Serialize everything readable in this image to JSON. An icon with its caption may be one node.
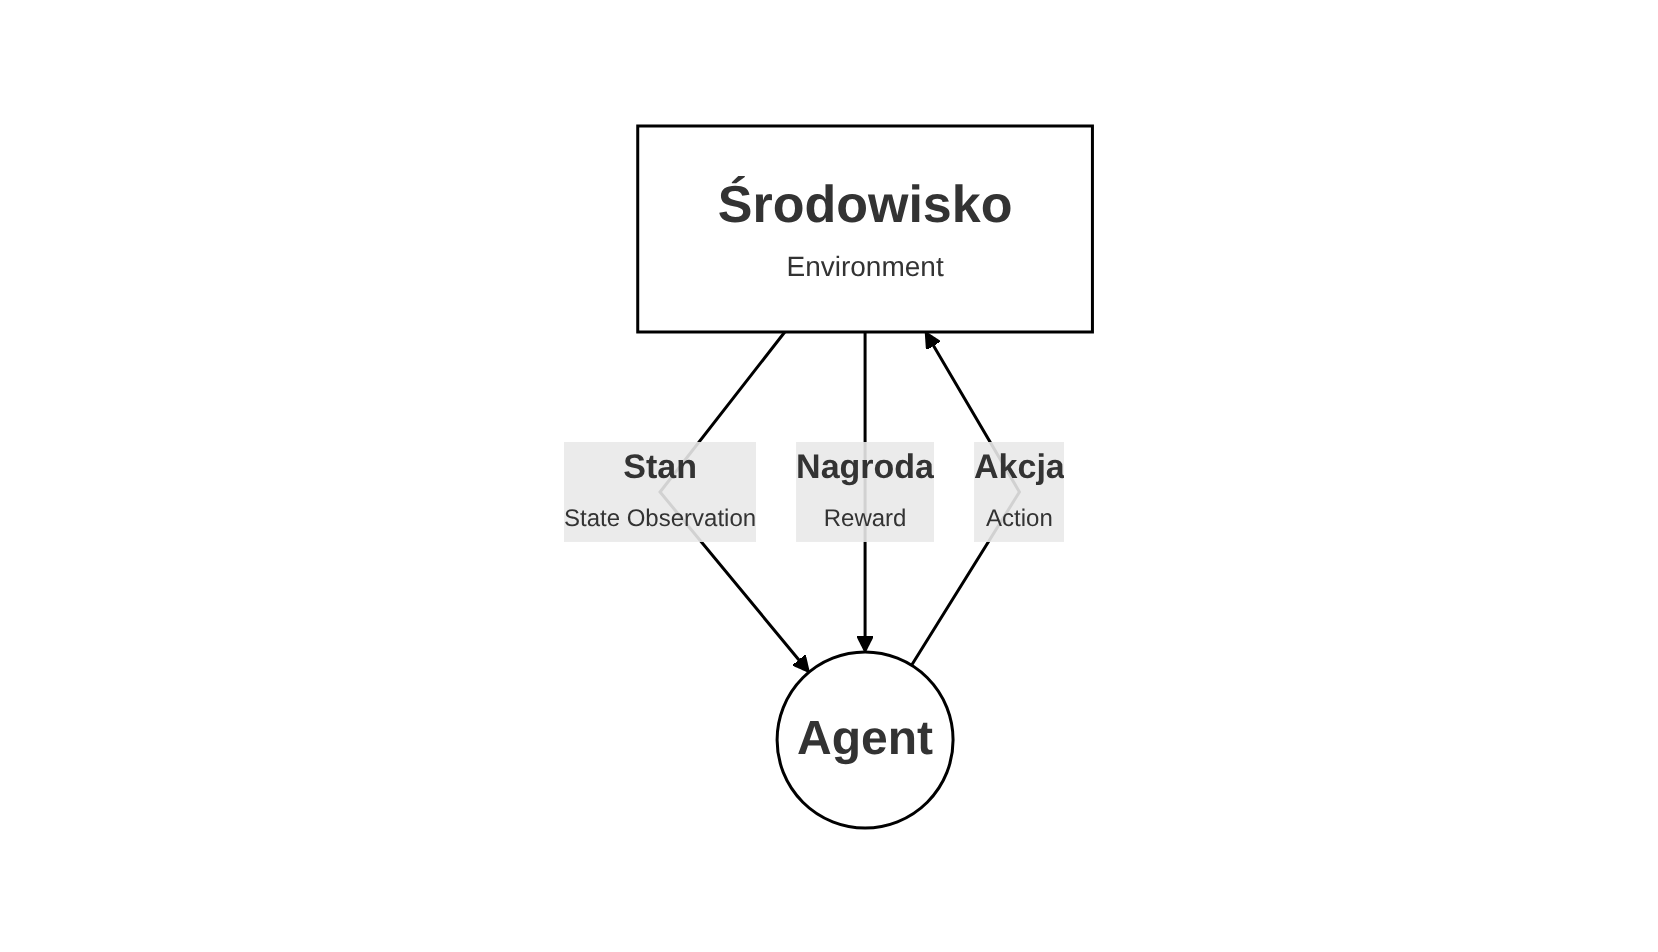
{
  "diagram": {
    "nodes": [
      {
        "text": [
          "Środowisko",
          "Environment"
        ]
      },
      {
        "text": [
          "Agent"
        ]
      }
    ],
    "edges": [
      {
        "from": 1,
        "to": 0,
        "arrow": "to",
        "label": "Akcja Action"
      },
      {
        "from": 0,
        "to": 1,
        "arrow": "to",
        "label": "Stan State Observation"
      },
      {
        "from": 0,
        "to": 1,
        "arrow": "to",
        "label": "Nagroda Reward"
      }
    ]
  }
}
